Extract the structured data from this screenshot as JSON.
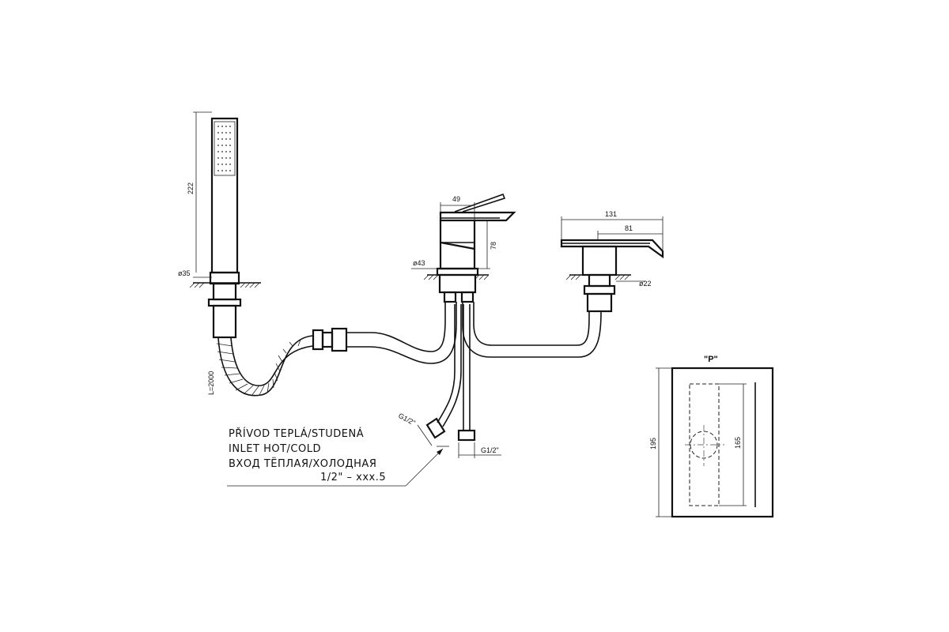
{
  "dimensions": {
    "shower_length": "222",
    "shower_base_dia": "ø35",
    "hose_length": "L=2000",
    "mixer_width": "49",
    "mixer_height": "78",
    "mixer_base_dia": "ø43",
    "lever_total": "131",
    "lever_reach": "81",
    "lever_base_dia": "ø22",
    "inlet_left": "G1/2\"",
    "inlet_right": "G1/2\""
  },
  "inlet_text": {
    "line1": "PŘÍVOD TEPLÁ/STUDENÁ",
    "line2": "INLET HOT/COLD",
    "line3": "ВХОД ТЁПЛАЯ/ХОЛОДНАЯ",
    "code": "1/2\"  –  xxx.5"
  },
  "detail_p": {
    "title": "\"P\"",
    "outer_height": "195",
    "inner_height": "165"
  }
}
